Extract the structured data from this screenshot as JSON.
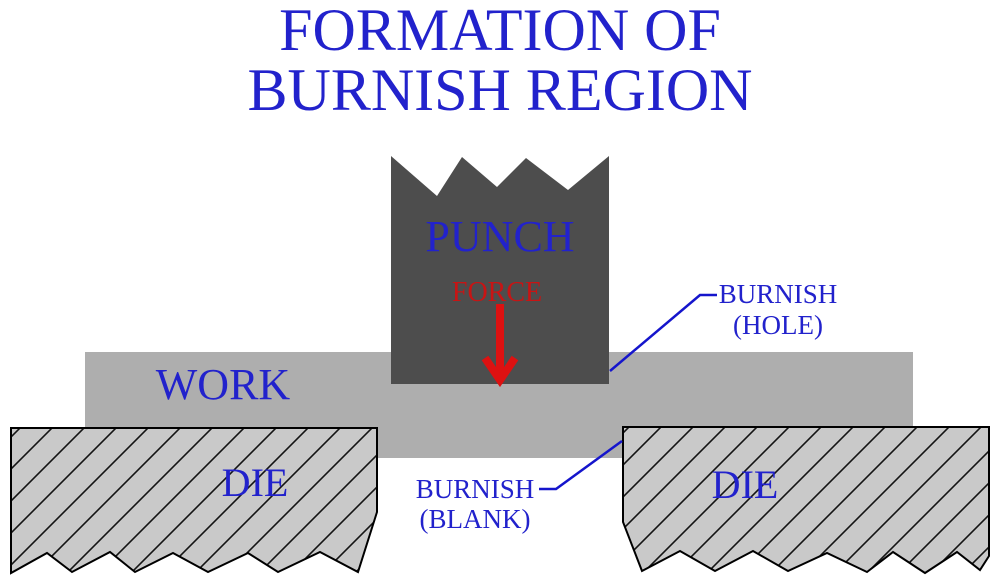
{
  "title": {
    "line1": "FORMATION OF",
    "line2": "BURNISH REGION"
  },
  "punch": {
    "label": "PUNCH",
    "force_label": "FORCE"
  },
  "work": {
    "label": "WORK"
  },
  "dies": {
    "left_label": "DIE",
    "right_label": "DIE"
  },
  "annotations": {
    "burnish_hole": {
      "line1": "BURNISH",
      "line2": "(HOLE)"
    },
    "burnish_blank": {
      "line1": "BURNISH",
      "line2": "(BLANK)"
    }
  },
  "colors": {
    "label_blue": "#2222cc",
    "line_blue": "#1515cc",
    "force_red": "#c81414",
    "arrow_red": "#dd1111",
    "punch_gray": "#4d4d4d",
    "work_gray": "#aeaeae",
    "die_gray": "#c9c9c9",
    "hatch_black": "#141414",
    "die_outline": "#000000"
  }
}
